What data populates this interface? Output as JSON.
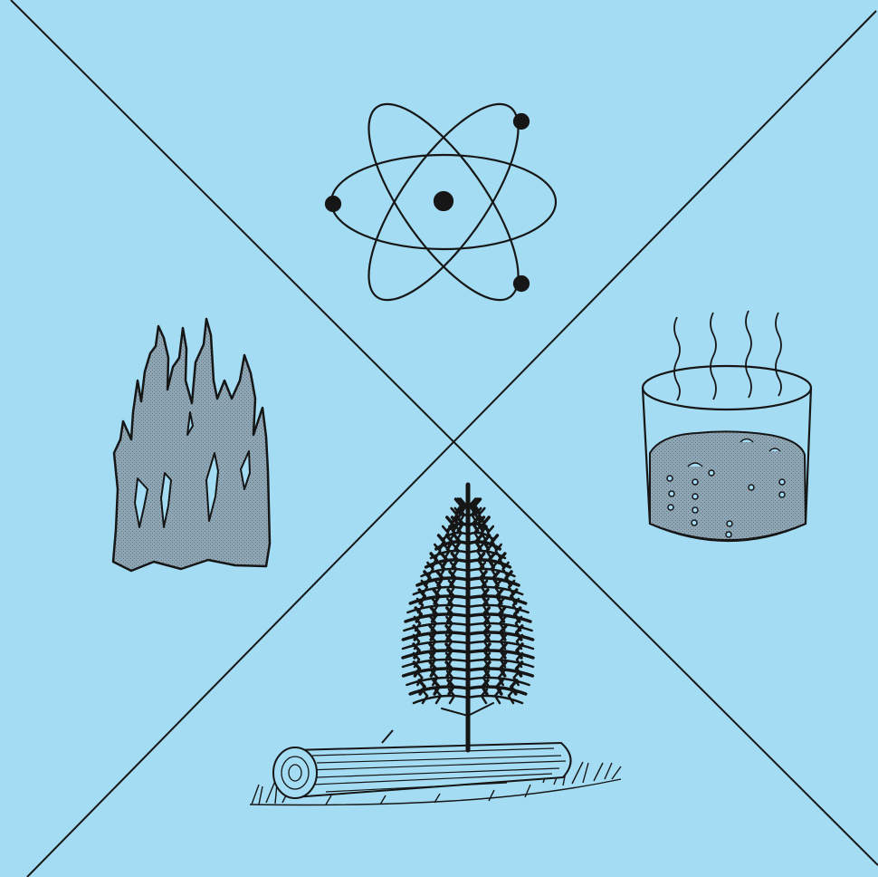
{
  "diagram": {
    "background_color": "#a3dcf3",
    "line_color": "#161616",
    "fill_color": "#8fa6b4",
    "panels": [
      {
        "position": "top",
        "icon": "atom-icon"
      },
      {
        "position": "right",
        "icon": "boiling-beaker-icon"
      },
      {
        "position": "bottom",
        "icon": "tree-and-log-icon"
      },
      {
        "position": "left",
        "icon": "flame-icon"
      }
    ]
  }
}
